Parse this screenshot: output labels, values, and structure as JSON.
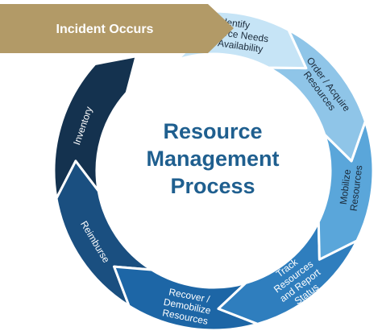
{
  "banner": {
    "label": "Incident Occurs",
    "color": "#b29a67",
    "text_color": "#ffffff"
  },
  "title": {
    "lines": [
      "Resource",
      "Management",
      "Process"
    ],
    "color": "#1f5f8f"
  },
  "steps": [
    {
      "lines": [
        "Identify",
        "Resource Needs",
        "and Availability"
      ],
      "color": "#c6e4f6",
      "text_color": "#1a2a3a"
    },
    {
      "lines": [
        "Order / Acquire",
        "Resources"
      ],
      "color": "#8fc5e8",
      "text_color": "#1a2a3a"
    },
    {
      "lines": [
        "Mobilize",
        "Resources"
      ],
      "color": "#5aa6da",
      "text_color": "#1a2a3a"
    },
    {
      "lines": [
        "Track",
        "Resources",
        "and Report",
        "Status"
      ],
      "color": "#2f7ebe",
      "text_color": "#ffffff"
    },
    {
      "lines": [
        "Recover /",
        "Demobilize",
        "Resources"
      ],
      "color": "#1d66a6",
      "text_color": "#ffffff"
    },
    {
      "lines": [
        "Reimburse"
      ],
      "color": "#1a4f80",
      "text_color": "#ffffff"
    },
    {
      "lines": [
        "Inventory"
      ],
      "color": "#14324f",
      "text_color": "#ffffff"
    }
  ]
}
